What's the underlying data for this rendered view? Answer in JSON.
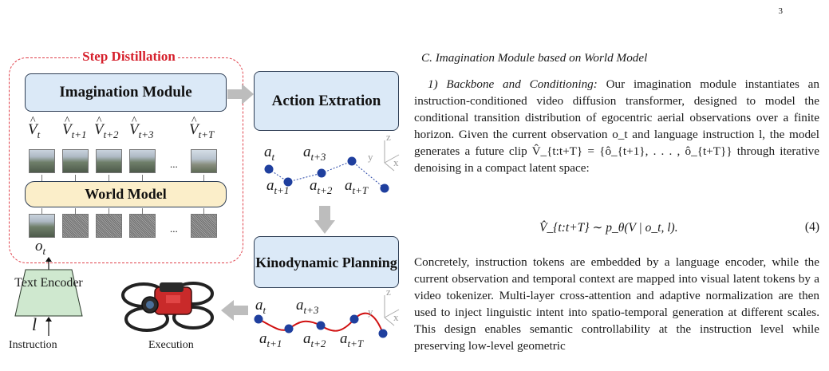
{
  "page_number": "3",
  "figure": {
    "step_distillation_label": "Step Distillation",
    "imagination_module_label": "Imagination Module",
    "world_model_label": "World Model",
    "action_extraction_label": "Action Extration",
    "kinodynamic_planning_label": "Kinodynamic Planning",
    "text_encoder_label": "Text Encoder",
    "instruction_label": "Instruction",
    "execution_label": "Execution",
    "ellipsis": "...",
    "observation_symbol": "o",
    "observation_sub": "t",
    "instruction_symbol": "l",
    "future_frames": [
      {
        "symbol": "V",
        "sub": "t"
      },
      {
        "symbol": "V",
        "sub": "t+1"
      },
      {
        "symbol": "V",
        "sub": "t+2"
      },
      {
        "symbol": "V",
        "sub": "t+3"
      },
      {
        "symbol": "V",
        "sub": "t+T"
      }
    ],
    "actions_top": [
      {
        "symbol": "a",
        "sub": "t"
      },
      {
        "symbol": "a",
        "sub": "t+3"
      },
      {
        "symbol": "a",
        "sub": "t+1"
      },
      {
        "symbol": "a",
        "sub": "t+2"
      },
      {
        "symbol": "a",
        "sub": "t+T"
      }
    ],
    "actions_bottom": [
      {
        "symbol": "a",
        "sub": "t"
      },
      {
        "symbol": "a",
        "sub": "t+3"
      },
      {
        "symbol": "a",
        "sub": "t+1"
      },
      {
        "symbol": "a",
        "sub": "t+2"
      },
      {
        "symbol": "a",
        "sub": "t+T"
      }
    ],
    "axes_labels": {
      "z": "z",
      "y": "y",
      "x": "x"
    },
    "colors": {
      "step_distillation": "#d6202c",
      "module_fill": "#dbe9f7",
      "world_model_fill": "#fbeec9",
      "text_encoder_fill": "#cfe8cf",
      "waypoint": "#1f3f9e",
      "trajectory": "#d01010"
    }
  },
  "section": {
    "heading": "C. Imagination Module based on World Model",
    "subheading": "1) Backbone and Conditioning:",
    "para1_text": " Our imagination module instantiates an instruction-conditioned video diffusion transformer, designed to model the conditional transition distribution of egocentric aerial observations over a finite horizon. Given the current observation o_t and language instruction l, the model generates a future clip V̂_{t:t+T} = {ô_{t+1}, . . . , ô_{t+T}} through iterative denoising in a compact latent space:",
    "equation": "V̂_{t:t+T} ∼ p_θ(V | o_t, l).",
    "equation_number": "(4)",
    "para2_text": "Concretely, instruction tokens are embedded by a language encoder, while the current observation and temporal context are mapped into visual latent tokens by a video tokenizer. Multi-layer cross-attention and adaptive normalization are then used to inject linguistic intent into spatio-temporal generation at different scales. This design enables semantic controllability at the instruction level while preserving low-level geometric"
  }
}
